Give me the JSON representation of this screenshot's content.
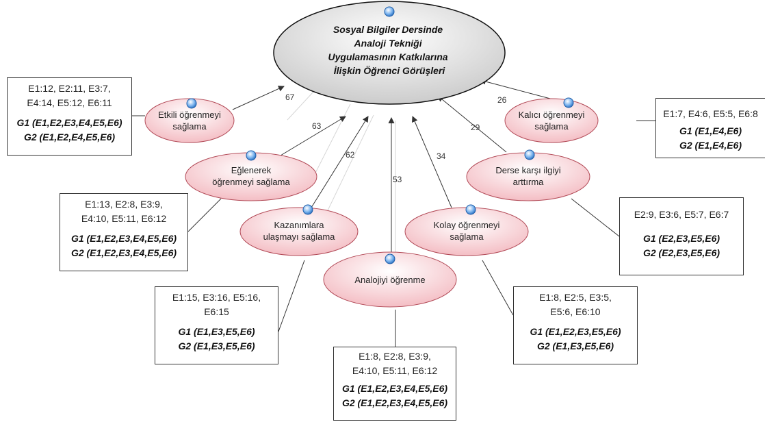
{
  "central": {
    "lines": [
      "Sosyal Bilgiler Dersinde",
      "Analoji Tekniği",
      "Uygulamasının Katkılarına",
      "İlişkin Öğrenci Görüşleri"
    ]
  },
  "themes": {
    "etkili": {
      "lines": [
        "Etkili öğrenmeyi",
        "sağlama"
      ],
      "weight": "67"
    },
    "eglenerek": {
      "lines": [
        "Eğlenerek",
        "öğrenmeyi sağlama"
      ],
      "weight": "63"
    },
    "kazanimlar": {
      "lines": [
        "Kazanımlara",
        "ulaşmayı sağlama"
      ],
      "weight": "62"
    },
    "analoji": {
      "lines": [
        "Analojiyi öğrenme"
      ],
      "weight": "53"
    },
    "kolay": {
      "lines": [
        "Kolay öğrenmeyi",
        "sağlama"
      ],
      "weight": "34"
    },
    "ilgi": {
      "lines": [
        "Derse karşı ilgiyi",
        "arttırma"
      ],
      "weight": "29"
    },
    "kalici": {
      "lines": [
        "Kalıcı öğrenmeyi",
        "sağlama"
      ],
      "weight": "26"
    }
  },
  "boxes": {
    "etkili": {
      "codes": [
        "E1:12, E2:11, E3:7,",
        "E4:14, E5:12, E6:11"
      ],
      "g1": "G1 (E1,E2,E3,E4,E5,E6)",
      "g2": "G2 (E1,E2,E4,E5,E6)"
    },
    "eglenerek": {
      "codes": [
        "E1:13, E2:8, E3:9,",
        "E4:10, E5:11, E6:12"
      ],
      "g1": "G1 (E1,E2,E3,E4,E5,E6)",
      "g2": "G2 (E1,E2,E3,E4,E5,E6)"
    },
    "kazanimlar": {
      "codes": [
        "E1:15, E3:16, E5:16,",
        "E6:15"
      ],
      "g1": "G1 (E1,E3,E5,E6)",
      "g2": "G2 (E1,E3,E5,E6)"
    },
    "analoji": {
      "codes": [
        "E1:8, E2:8, E3:9,",
        "E4:10, E5:11, E6:12"
      ],
      "g1": "G1 (E1,E2,E3,E4,E5,E6)",
      "g2": "G2 (E1,E2,E3,E4,E5,E6)"
    },
    "kolay": {
      "codes": [
        "E1:8, E2:5, E3:5,",
        "E5:6, E6:10"
      ],
      "g1": "G1 (E1,E2,E3,E5,E6)",
      "g2": "G2 (E1,E3,E5,E6)"
    },
    "ilgi": {
      "codes": [
        "E2:9, E3:6, E5:7, E6:7"
      ],
      "g1": "G1 (E2,E3,E5,E6)",
      "g2": "G2 (E2,E3,E5,E6)"
    },
    "kalici": {
      "codes": [
        "E1:7, E4:6, E5:5, E6:8"
      ],
      "g1": "G1 (E1,E4,E6)",
      "g2": "G2 (E1,E4,E6)"
    }
  },
  "colors": {
    "central_fill": "#d9d9d9",
    "theme_fill": "#f9d6d9",
    "theme_stroke": "#b24a57",
    "marker": "#4a90e2",
    "line": "#333333"
  }
}
